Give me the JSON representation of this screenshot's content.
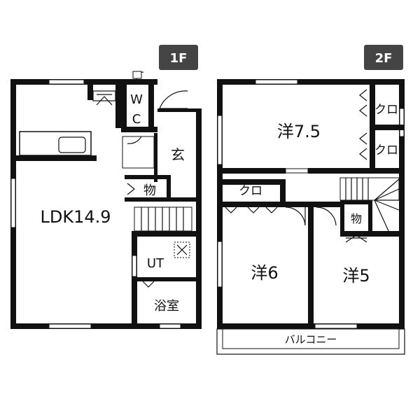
{
  "floors": {
    "first": {
      "tag": "1F",
      "rooms": {
        "ldk": "LDK14.9",
        "wc_top": "W",
        "wc_bottom": "C",
        "entrance": "玄",
        "storage": "物",
        "utility": "UT",
        "bath": "浴室"
      }
    },
    "second": {
      "tag": "2F",
      "rooms": {
        "western_large": "洋7.5",
        "closet_a": "クロ",
        "closet_b": "クロ",
        "closet_c": "クロ",
        "storage": "物",
        "western_mid": "洋6",
        "western_small": "洋5",
        "balcony": "バルコニー"
      }
    }
  },
  "colors": {
    "wall": "#111111",
    "tag_bg": "#444444",
    "background": "#ffffff"
  }
}
